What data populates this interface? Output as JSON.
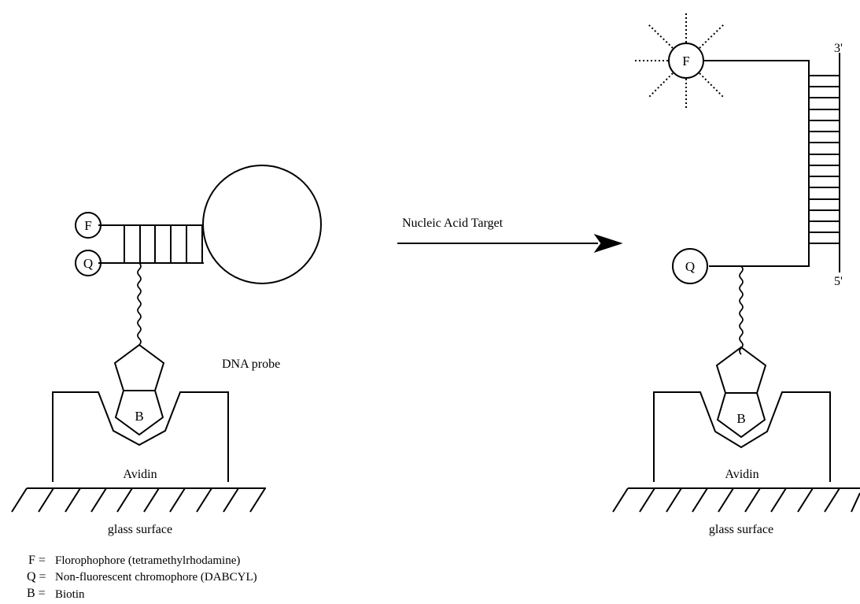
{
  "left_panel": {
    "fluorophore_label": "F",
    "quencher_label": "Q",
    "biotin_label": "B",
    "avidin_label": "Avidin",
    "surface_label": "glass surface",
    "probe_label": "DNA probe"
  },
  "arrow": {
    "label": "Nucleic Acid Target"
  },
  "right_panel": {
    "fluorophore_label": "F",
    "quencher_label": "Q",
    "biotin_label": "B",
    "avidin_label": "Avidin",
    "surface_label": "glass surface",
    "strand_top_label": "3'",
    "strand_bottom_label": "5'"
  },
  "legend": [
    {
      "key": "F =",
      "text": "Florophophore (tetramethylrhodamine)"
    },
    {
      "key": "Q =",
      "text": "Non-fluorescent chromophore (DABCYL)"
    },
    {
      "key": "B =",
      "text": "Biotin"
    }
  ]
}
